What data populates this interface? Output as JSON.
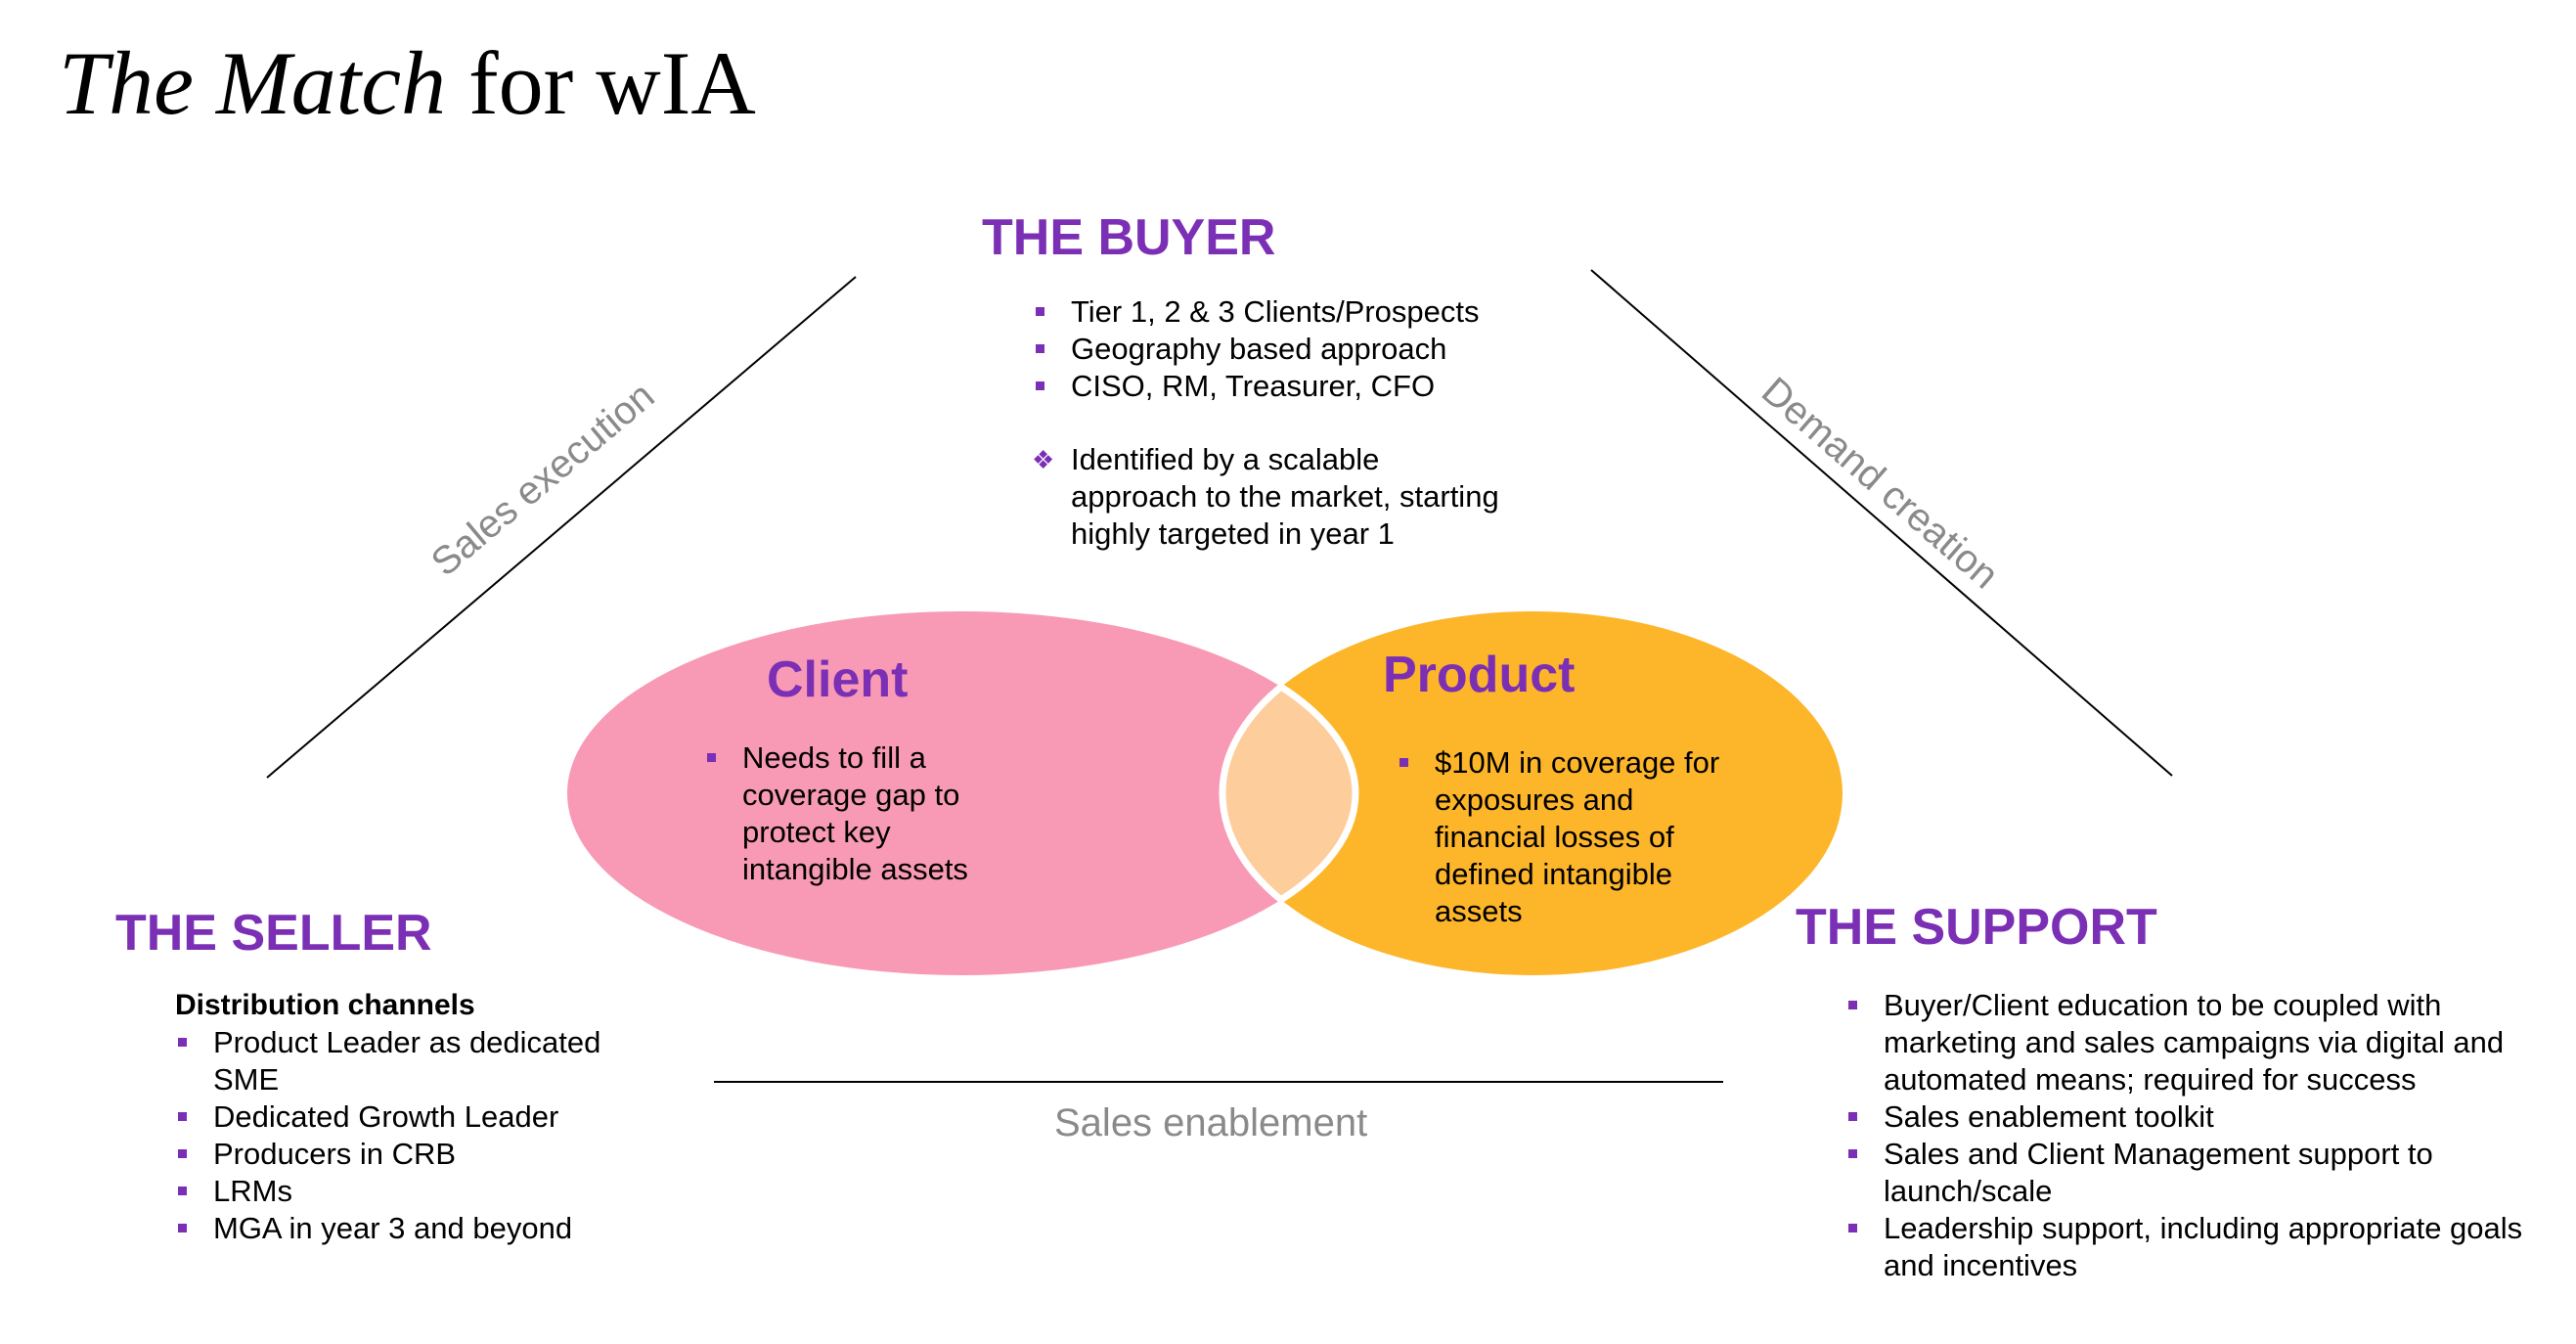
{
  "title": {
    "italic": "The Match",
    "rest": "for wIA"
  },
  "buyer": {
    "heading": "THE BUYER",
    "bullets": [
      "Tier 1, 2 & 3 Clients/Prospects",
      "Geography based approach",
      "CISO, RM, Treasurer, CFO"
    ],
    "note_icon": "diamond-cluster-icon",
    "note": "Identified by a scalable approach to the market, starting highly targeted in year 1"
  },
  "edges": {
    "left": "Sales execution",
    "right": "Demand creation",
    "bottom": "Sales enablement"
  },
  "venn": {
    "client": {
      "title": "Client",
      "bullet": "Needs to fill a coverage gap to protect key intangible assets",
      "color": "#f89ab5"
    },
    "product": {
      "title": "Product",
      "bullet": "$10M in coverage for exposures and financial losses of defined intangible assets",
      "color": "#fdb52a"
    },
    "overlap_color": "#fdcd9c"
  },
  "seller": {
    "heading": "THE SELLER",
    "subheading": "Distribution channels",
    "bullets": [
      "Product Leader as dedicated SME",
      "Dedicated Growth Leader",
      "Producers in CRB",
      "LRMs",
      "MGA in year 3 and beyond"
    ]
  },
  "support": {
    "heading": "THE SUPPORT",
    "bullets": [
      "Buyer/Client education to be coupled with marketing and sales campaigns via digital and automated means; required for success",
      "Sales enablement toolkit",
      "Sales and Client Management support to launch/scale",
      "Leadership support, including appropriate goals and incentives"
    ]
  },
  "colors": {
    "accent": "#7b2fb5",
    "edge_label": "#8a8a8a"
  }
}
